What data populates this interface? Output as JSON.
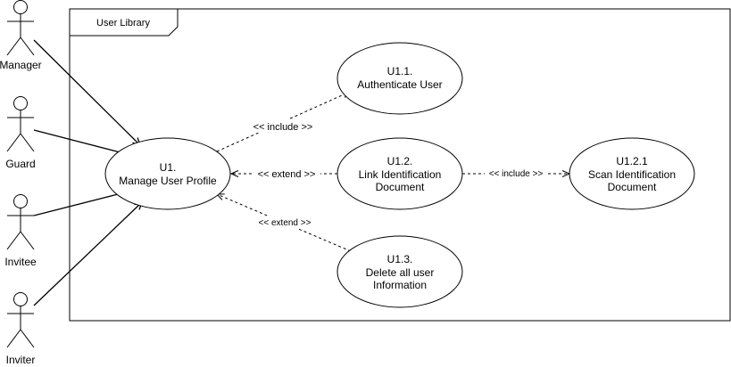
{
  "diagram": {
    "boundary": {
      "title": "User Library"
    },
    "actors": [
      {
        "id": "manager",
        "label": "Manager"
      },
      {
        "id": "guard",
        "label": "Guard"
      },
      {
        "id": "invitee",
        "label": "Invitee"
      },
      {
        "id": "inviter",
        "label": "Inviter"
      }
    ],
    "use_cases": [
      {
        "id": "u1",
        "lines": [
          "U1.",
          "Manage User Profile"
        ]
      },
      {
        "id": "u11",
        "lines": [
          "U1.1.",
          "Authenticate User"
        ]
      },
      {
        "id": "u12",
        "lines": [
          "U1.2.",
          "Link Identification",
          "Document"
        ]
      },
      {
        "id": "u121",
        "lines": [
          "U1.2.1",
          "Scan Identification",
          "Document"
        ]
      },
      {
        "id": "u13",
        "lines": [
          "U1.3.",
          "Delete all user",
          "Information"
        ]
      }
    ],
    "relationships": [
      {
        "id": "include-u1-u11",
        "label": "<< include >>"
      },
      {
        "id": "extend-u12-u1",
        "label": "<< extend >>"
      },
      {
        "id": "include-u12-u121",
        "label": "<< include >>"
      },
      {
        "id": "extend-u13-u1",
        "label": "<< extend >>"
      }
    ]
  }
}
